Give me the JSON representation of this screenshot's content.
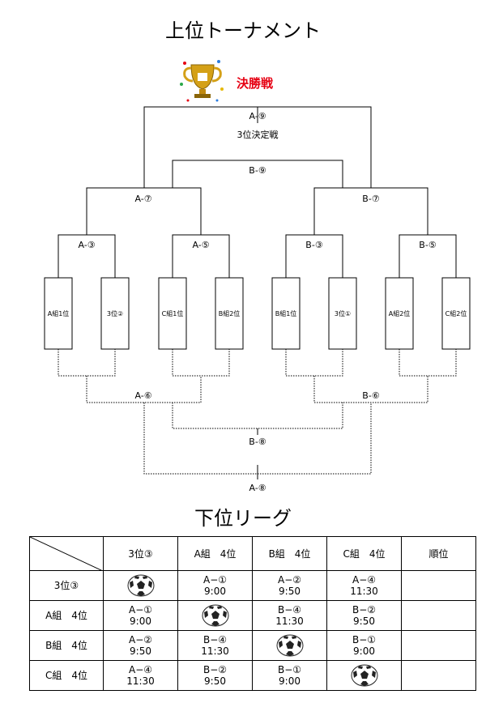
{
  "upper_title": "上位トーナメント",
  "final_label": "決勝戦",
  "third_place_label": "3位決定戦",
  "matches": {
    "a9": "A-⑨",
    "b9": "B-⑨",
    "a7": "A-⑦",
    "b7": "B-⑦",
    "a3": "A-③",
    "a5": "A-⑤",
    "b3": "B-③",
    "b5": "B-⑤",
    "a6": "A-⑥",
    "b6": "B-⑥",
    "b8": "B-⑧",
    "a8": "A-⑧"
  },
  "teams": [
    "A組1位",
    "3位②",
    "C組1位",
    "B組2位",
    "B組1位",
    "3位①",
    "A組2位",
    "C組2位"
  ],
  "lower_title": "下位リーグ",
  "league": {
    "headers": [
      "3位③",
      "A組　4位",
      "B組　4位",
      "C組　4位",
      "順位"
    ],
    "rows": [
      {
        "name": "3位③",
        "cells": [
          {
            "ball": true
          },
          {
            "match": "A−①",
            "time": "9:00"
          },
          {
            "match": "A−②",
            "time": "9:50"
          },
          {
            "match": "A−④",
            "time": "11:30"
          },
          {
            "rank": ""
          }
        ]
      },
      {
        "name": "A組　4位",
        "cells": [
          {
            "match": "A−①",
            "time": "9:00"
          },
          {
            "ball": true
          },
          {
            "match": "B−④",
            "time": "11:30"
          },
          {
            "match": "B−②",
            "time": "9:50"
          },
          {
            "rank": ""
          }
        ]
      },
      {
        "name": "B組　4位",
        "cells": [
          {
            "match": "A−②",
            "time": "9:50"
          },
          {
            "match": "B−④",
            "time": "11:30"
          },
          {
            "ball": true
          },
          {
            "match": "B−①",
            "time": "9:00"
          },
          {
            "rank": ""
          }
        ]
      },
      {
        "name": "C組　4位",
        "cells": [
          {
            "match": "A−④",
            "time": "11:30"
          },
          {
            "match": "B−②",
            "time": "9:50"
          },
          {
            "match": "B−①",
            "time": "9:00"
          },
          {
            "ball": true
          },
          {
            "rank": ""
          }
        ]
      }
    ]
  },
  "colors": {
    "final_label": "#e60012",
    "trophy": "#d4a017",
    "line": "#000000"
  },
  "icons": {
    "trophy": "trophy-icon",
    "ball": "soccer-ball-icon"
  }
}
